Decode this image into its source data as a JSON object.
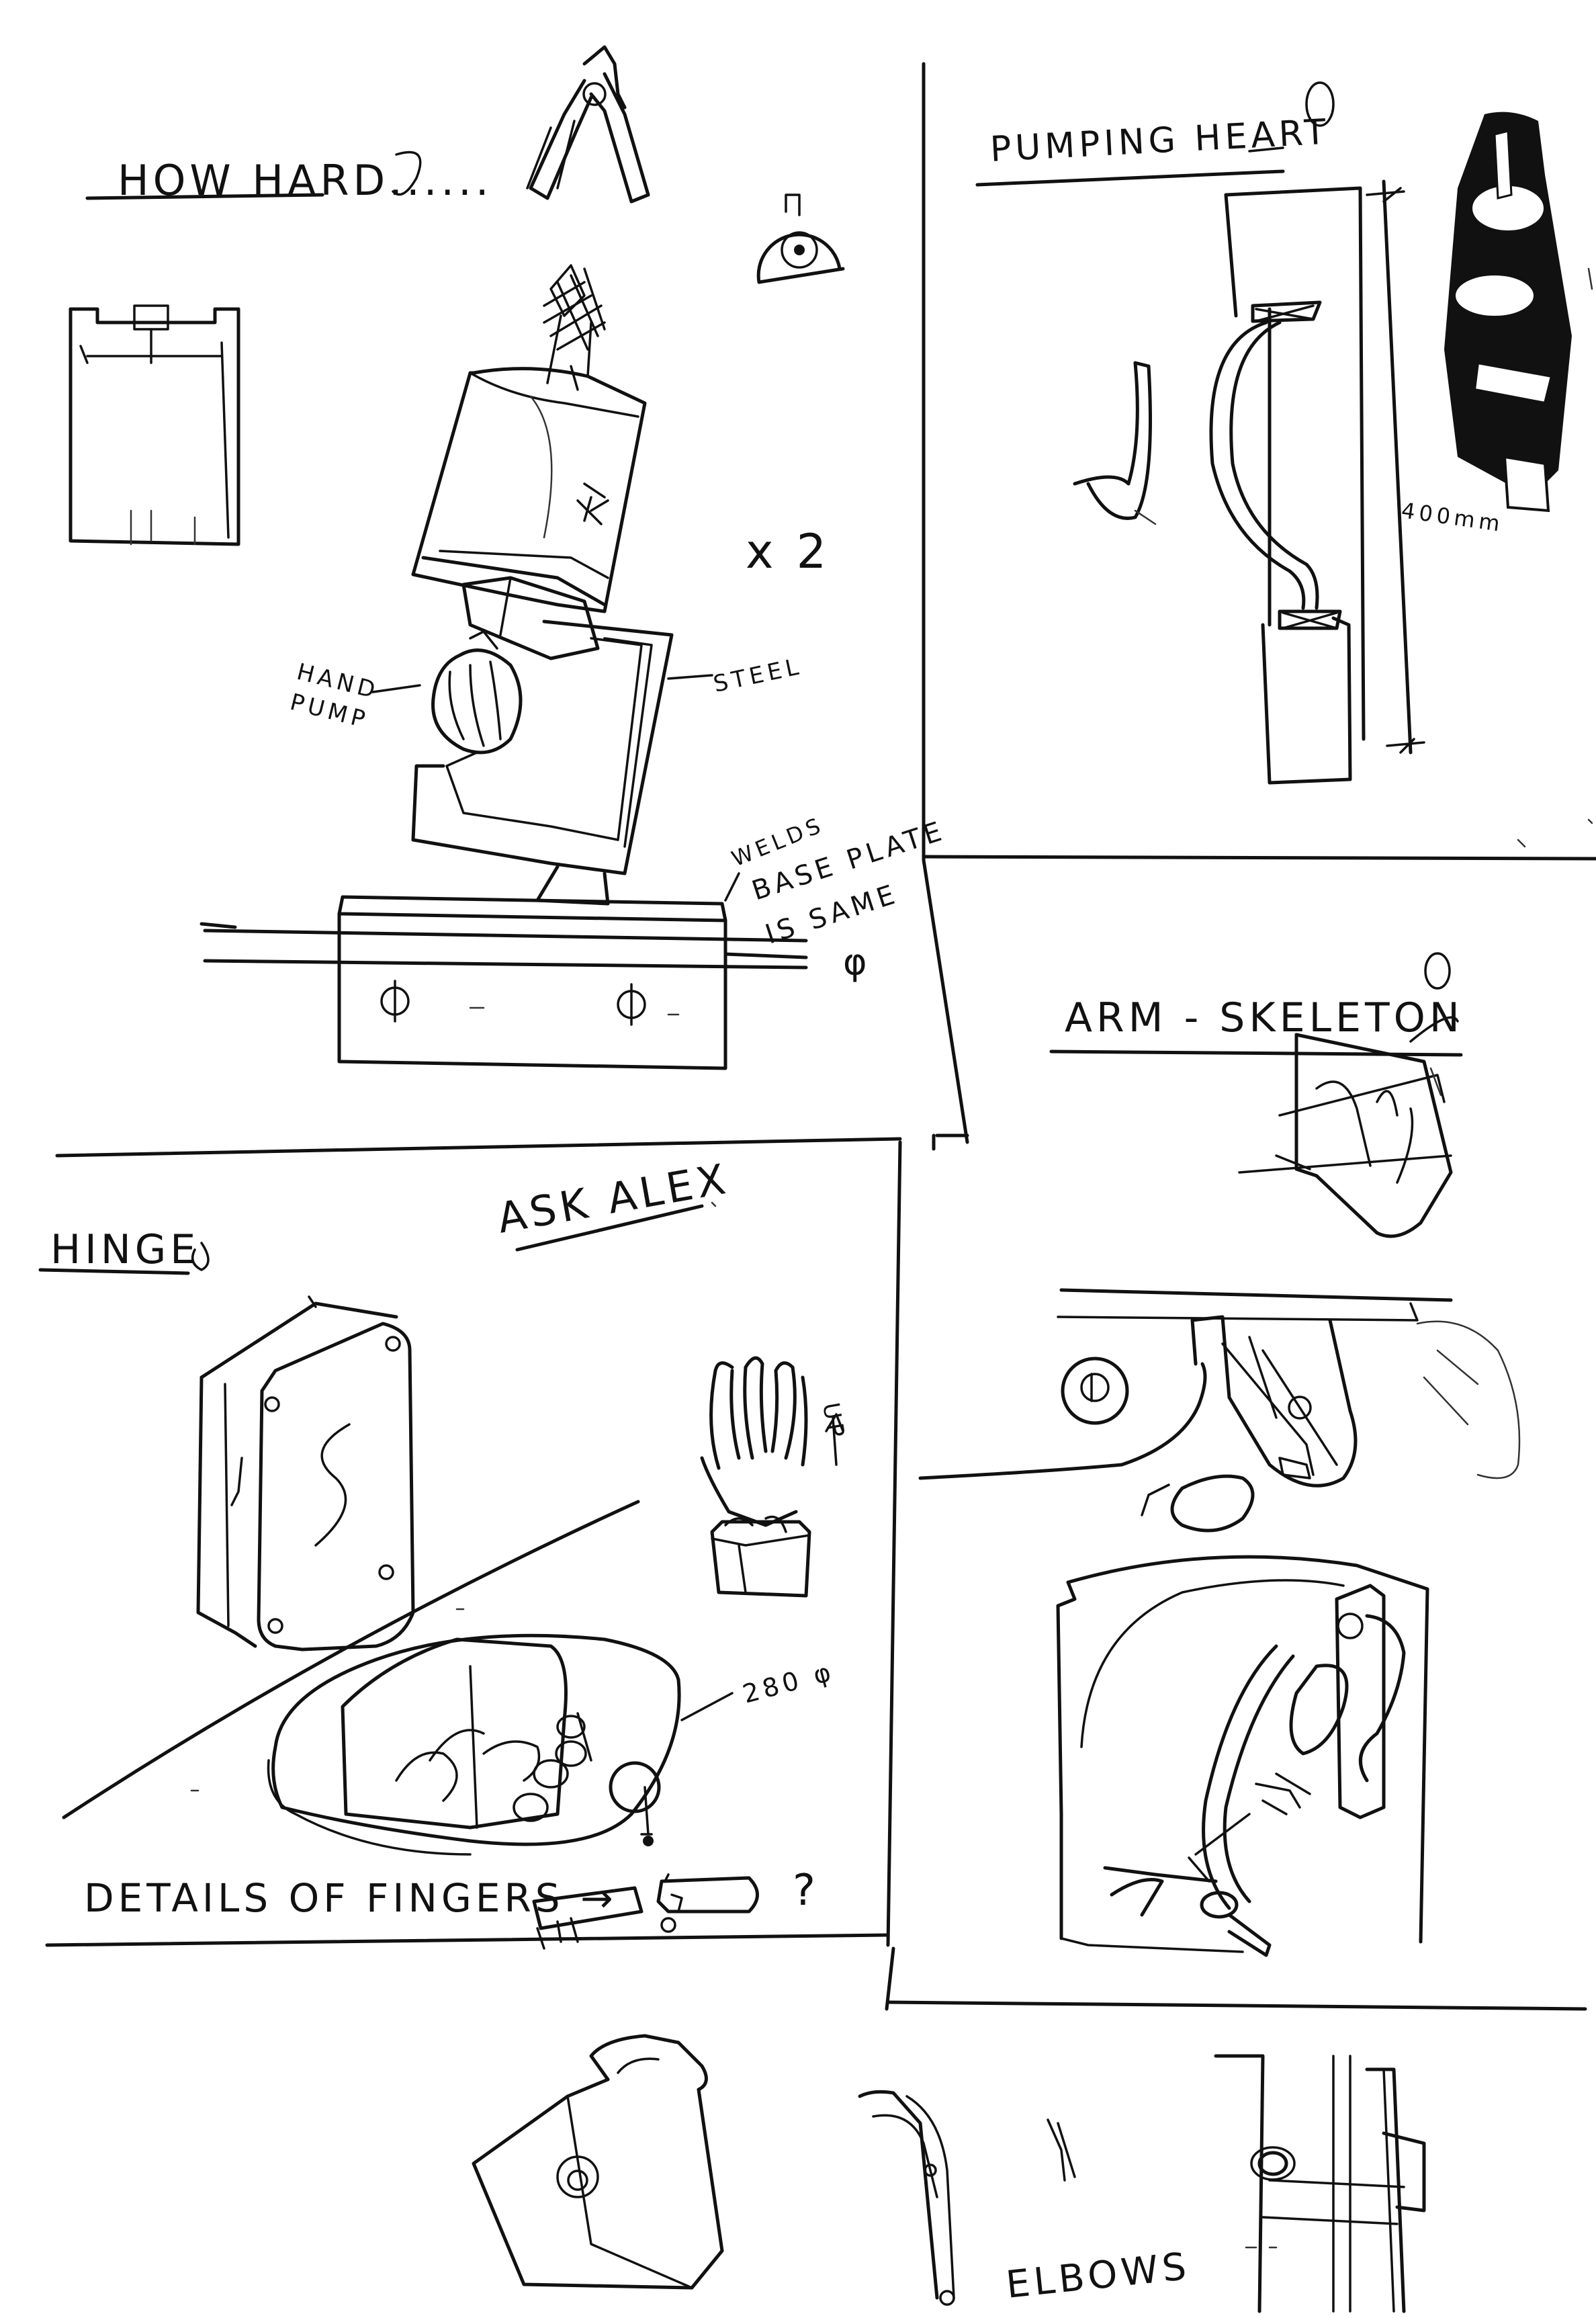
{
  "labels": {
    "how_hard": "HOW HARD......",
    "x2": "x 2",
    "hand_pump": [
      "HAND",
      "PUMP"
    ],
    "steel": "STEEL",
    "base_note": [
      "WELDS",
      "BASE PLATE",
      "IS SAME",
      "φ"
    ],
    "pumping_heart": "PUMPING HEART",
    "height": "400mm",
    "arm_skeleton": "ARM - SKELETON",
    "ask_alex": "ASK ALEX",
    "hinge": "HINGE",
    "up": "UP",
    "size": "280 φ",
    "details_fingers": "DETAILS OF FINGERS →",
    "question": "?",
    "elbows": "ELBOWS"
  },
  "colors": {
    "ink": "#111111",
    "paper": "#ffffff"
  }
}
